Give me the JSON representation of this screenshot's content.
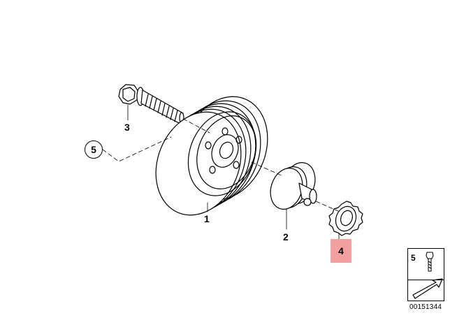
{
  "callouts": {
    "pulley": "1",
    "hub": "2",
    "bolt": "3",
    "sprocket": "4",
    "reference": "5"
  },
  "legend": {
    "item_number": "5"
  },
  "document_number": "00151344",
  "highlight_color": "#f4a0a0",
  "icons": [
    "bolt-icon",
    "arrow-icon"
  ]
}
